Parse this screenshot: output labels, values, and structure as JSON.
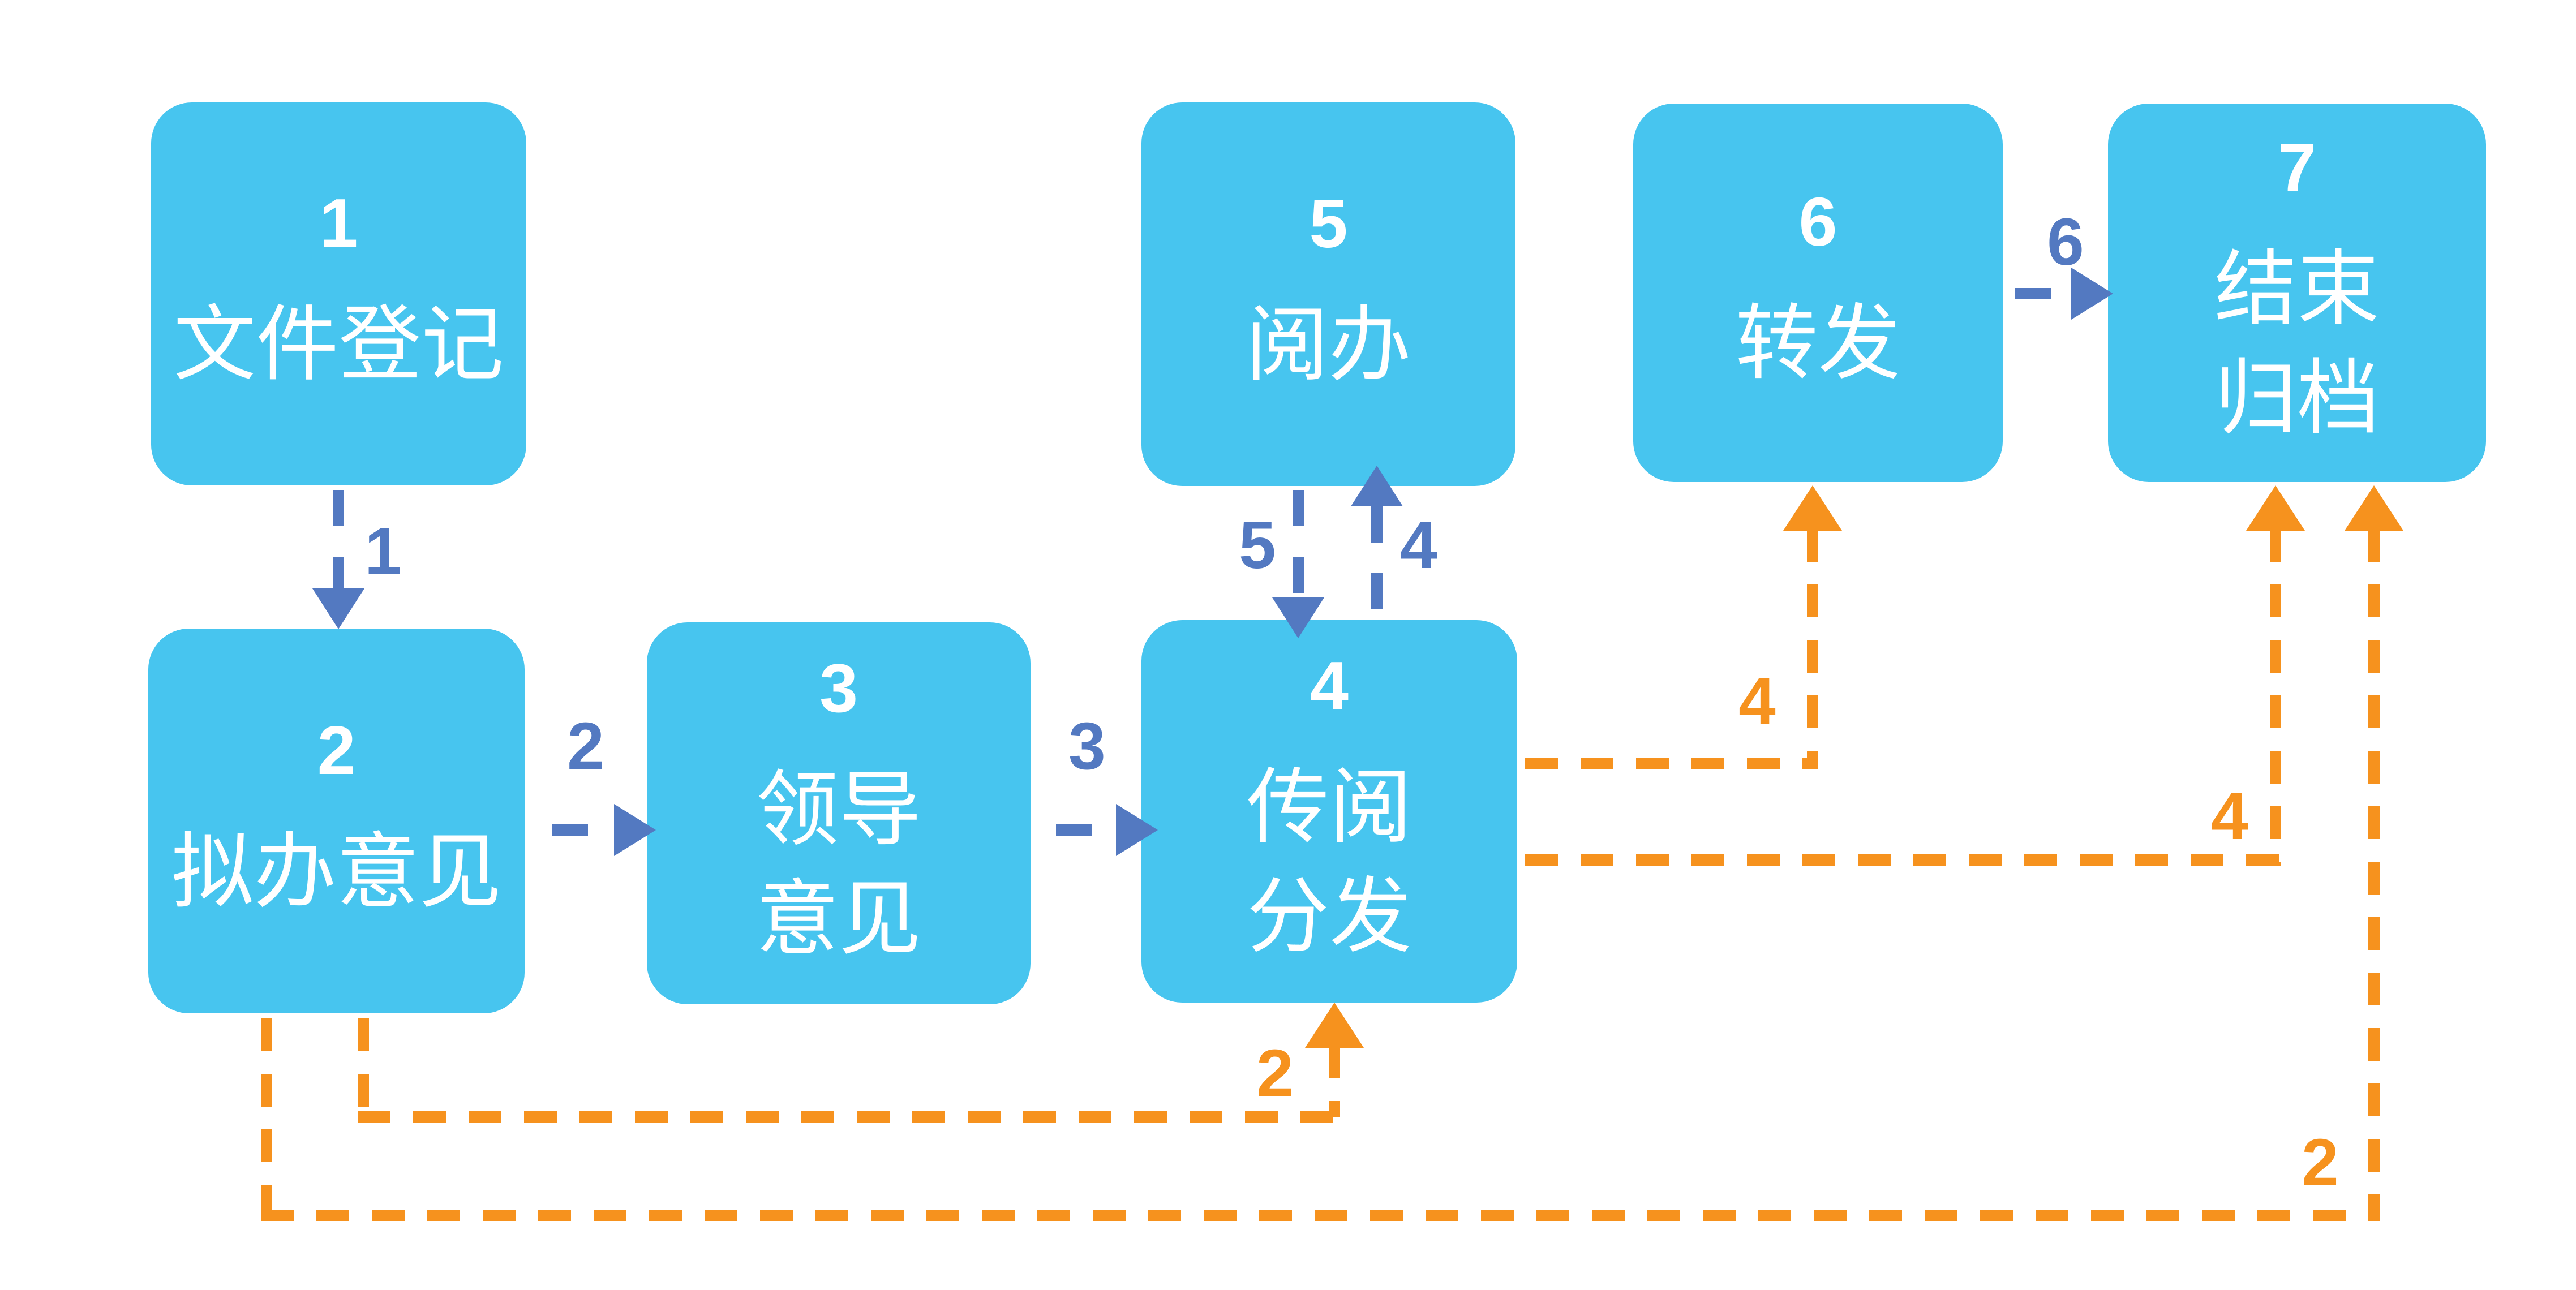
{
  "diagram": {
    "colors": {
      "node_fill": "#47C5EF",
      "node_text": "#FFFFFF",
      "flow_blue": "#5379C1",
      "flow_orange": "#F6921E",
      "background": "#FFFFFF"
    },
    "nodes": [
      {
        "number": "1",
        "label": "文件登记"
      },
      {
        "number": "2",
        "label": "拟办意见"
      },
      {
        "number": "3",
        "label": "领导\n意见"
      },
      {
        "number": "4",
        "label": "传阅\n分发"
      },
      {
        "number": "5",
        "label": "阅办"
      },
      {
        "number": "6",
        "label": "转发"
      },
      {
        "number": "7",
        "label": "结束\n归档"
      }
    ],
    "edges": [
      {
        "label": "1",
        "from": "文件登记",
        "to": "拟办意见",
        "color": "blue"
      },
      {
        "label": "2",
        "from": "拟办意见",
        "to": "领导意见",
        "color": "blue"
      },
      {
        "label": "3",
        "from": "领导意见",
        "to": "传阅分发",
        "color": "blue"
      },
      {
        "label": "5",
        "from": "阅办",
        "to": "传阅分发",
        "color": "blue"
      },
      {
        "label": "4",
        "from": "传阅分发",
        "to": "阅办",
        "color": "blue"
      },
      {
        "label": "6",
        "from": "转发",
        "to": "结束归档",
        "color": "blue"
      },
      {
        "label": "4",
        "from": "传阅分发",
        "to": "转发",
        "color": "orange"
      },
      {
        "label": "4",
        "from": "传阅分发",
        "to": "结束归档",
        "color": "orange"
      },
      {
        "label": "2",
        "from": "拟办意见",
        "to": "传阅分发",
        "color": "orange"
      },
      {
        "label": "2",
        "from": "拟办意见",
        "to": "结束归档",
        "color": "orange"
      }
    ]
  }
}
